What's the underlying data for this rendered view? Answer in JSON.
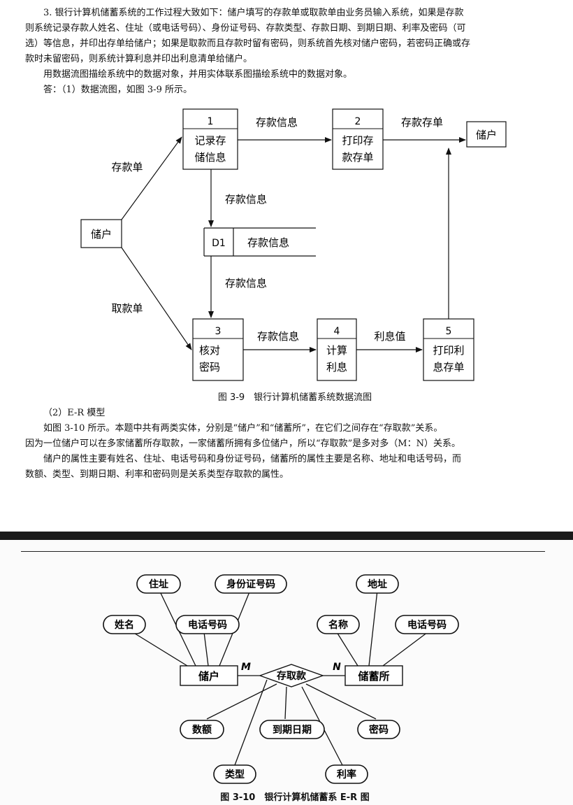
{
  "question": {
    "lines": [
      "3. 银行计算机储蓄系统的工作过程大致如下：储户填写的存款单或取款单由业务员输入系统，如果是存款",
      "则系统记录存款人姓名、住址（或电话号码）、身份证号码、存款类型、存款日期、到期日期、利率及密码（可",
      "选）等信息，并印出存单给储户；如果是取款而且存款时留有密码，则系统首先核对储户密码，若密码正确或存",
      "款时未留密码，则系统计算利息并印出利息清单给储户。"
    ],
    "task": "用数据流图描绘系统中的数据对象，并用实体联系图描绘系统中的数据对象。",
    "answer_intro": "答：（1）数据流图，如图 3-9 所示。"
  },
  "dfd": {
    "process_1_num": "1",
    "process_1_l1": "记录存",
    "process_1_l2": "储信息",
    "process_2_num": "2",
    "process_2_l1": "打印存",
    "process_2_l2": "款存单",
    "process_3_num": "3",
    "process_3_l1": "核对",
    "process_3_l2": "密码",
    "process_4_num": "4",
    "process_4_l1": "计算",
    "process_4_l2": "利息",
    "process_5_num": "5",
    "process_5_l1": "打印利",
    "process_5_l2": "息存单",
    "entity_left": "储户",
    "entity_right": "储户",
    "store_id": "D1",
    "store_name": "存款信息",
    "flow_deposit_slip": "存款单",
    "flow_withdraw_slip": "取款单",
    "flow_1_2": "存款信息",
    "flow_2_out": "存款存单",
    "flow_1_store": "存款信息",
    "flow_store_3": "存款信息",
    "flow_3_4": "存款信息",
    "flow_4_5": "利息值",
    "caption": "图 3-9　银行计算机储蓄系统数据流图"
  },
  "er_section": {
    "heading": "（2）E-R 模型",
    "para1_l1": "如图 3-10 所示。本题中共有两类实体，分别是“储户”和“储蓄所”，在它们之间存在“存取款”关系。",
    "para1_l2": "因为一位储户可以在多家储蓄所存取款，一家储蓄所拥有多位储户，所以“存取款”是多对多（M：N）关系。",
    "para2_l1": "储户的属性主要有姓名、住址、电话号码和身份证号码，储蓄所的属性主要是名称、地址和电话号码，而",
    "para2_l2": "数额、类型、到期日期、利率和密码则是关系类型存取款的属性。"
  },
  "er": {
    "entity_depositor": "储户",
    "entity_bank": "储蓄所",
    "relationship": "存取款",
    "card_m": "M",
    "card_n": "N",
    "attr_name": "姓名",
    "attr_address": "住址",
    "attr_phone": "电话号码",
    "attr_id": "身份证号码",
    "attr_bank_addr": "地址",
    "attr_bank_name": "名称",
    "attr_bank_phone": "电话号码",
    "attr_amount": "数额",
    "attr_due": "到期日期",
    "attr_password": "密码",
    "attr_type": "类型",
    "attr_rate": "利率",
    "caption": "图 3-10　银行计算机储蓄系 E-R 图"
  }
}
